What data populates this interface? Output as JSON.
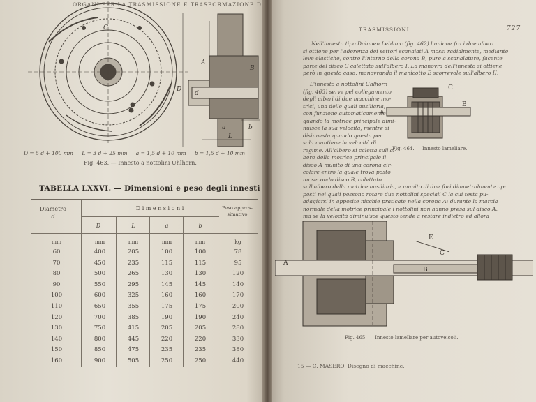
{
  "left_page": {
    "running_head": "ORGANI PER LA TRASMISSIONE E TRASFORMAZIONE DEL MOTO",
    "formula": "D = 5 d + 100 mm — L = 3 d + 25 mm — a = 1,5 d + 10 mm — b = 1,5 d + 10 mm",
    "fig_caption": "Fig. 463. — Innesto a nottolini Uhlhorn.",
    "table_title": "TABELLA LXXVI. — Dimensioni e peso degli innesti Uhlhorn.",
    "table": {
      "header_diameter": [
        "Diametro",
        "d"
      ],
      "header_dimensions": "D i m e n s i o n i",
      "header_weight": [
        "Peso appros-",
        "simativo"
      ],
      "sub_headers": [
        "D",
        "L",
        "a",
        "b"
      ],
      "units": [
        "mm",
        "mm",
        "mm",
        "mm",
        "mm",
        "kg"
      ],
      "rows": [
        [
          "60",
          "400",
          "205",
          "100",
          "100",
          "78"
        ],
        [
          "70",
          "450",
          "235",
          "115",
          "115",
          "95"
        ],
        [
          "80",
          "500",
          "265",
          "130",
          "130",
          "120"
        ],
        [
          "90",
          "550",
          "295",
          "145",
          "145",
          "140"
        ],
        [
          "100",
          "600",
          "325",
          "160",
          "160",
          "170"
        ],
        [
          "110",
          "650",
          "355",
          "175",
          "175",
          "200"
        ],
        [
          "120",
          "700",
          "385",
          "190",
          "190",
          "240"
        ],
        [
          "130",
          "750",
          "415",
          "205",
          "205",
          "280"
        ],
        [
          "140",
          "800",
          "445",
          "220",
          "220",
          "330"
        ],
        [
          "150",
          "850",
          "475",
          "235",
          "235",
          "380"
        ],
        [
          "160",
          "900",
          "505",
          "250",
          "250",
          "440"
        ]
      ]
    }
  },
  "right_page": {
    "running_head": "TRASMISSIONI",
    "page_number": "727",
    "para1": [
      "Nell'innesto tipo Dohmen Leblanc (fig. 462) l'unione fra i due alberi",
      "si ottiene per l'aderenza dei settori scanalati A mossi radialmente, mediante",
      "leve elastiche, contro l'interno della corona B, pure a scanalature, facente",
      "parte del disco C calettato sull'albero I. La manovra dell'innesto si ottiene",
      "però in questo caso, manovrando il manicotto E scorrevole sull'albero II."
    ],
    "para2": [
      "L'innesto a nottolini Uhlhorn",
      "(fig. 463) serve pel collegamento",
      "degli alberi di due macchine mo-",
      "trici, una delle quali ausiliaria,",
      "con funzione automaticamente",
      "quando la motrice principale dimi-",
      "nuisce la sua velocità, mentre si",
      "disinnesta quando questa per",
      "sola mantiene la velocità di",
      "regime. All'albero si calettа sull'al-",
      "bero della motrice principale il",
      "disco A munito di una corona cir-",
      "colare entro la quale trova posto",
      "un secondo disco B, calettato",
      "sull'albero della motrice ausiliaria, e munito di due fori diametralmente op-",
      "posti nei quali possono rotare due nottolini speciali C la cui testa pu-",
      "adagiarsi in apposite nicchie praticate nella corona A: durante la marcia",
      "normale della motrice principale i nottolini non hanno presa sul disco A,",
      "ma se la velocità diminuisce questo tende a restare indietro ed allora"
    ],
    "fig464_caption": "Fig. 464. — Innesto lamellare.",
    "fig465_caption": "Fig. 465. — Innesto lamellare per autoveicoli.",
    "footer": "15 — C. MASERO, Disegno di macchine."
  },
  "fig_letters": {
    "A": "A",
    "B": "B",
    "C": "C",
    "D": "D",
    "E": "E",
    "L": "L",
    "a": "a",
    "b": "b",
    "d": "d"
  }
}
